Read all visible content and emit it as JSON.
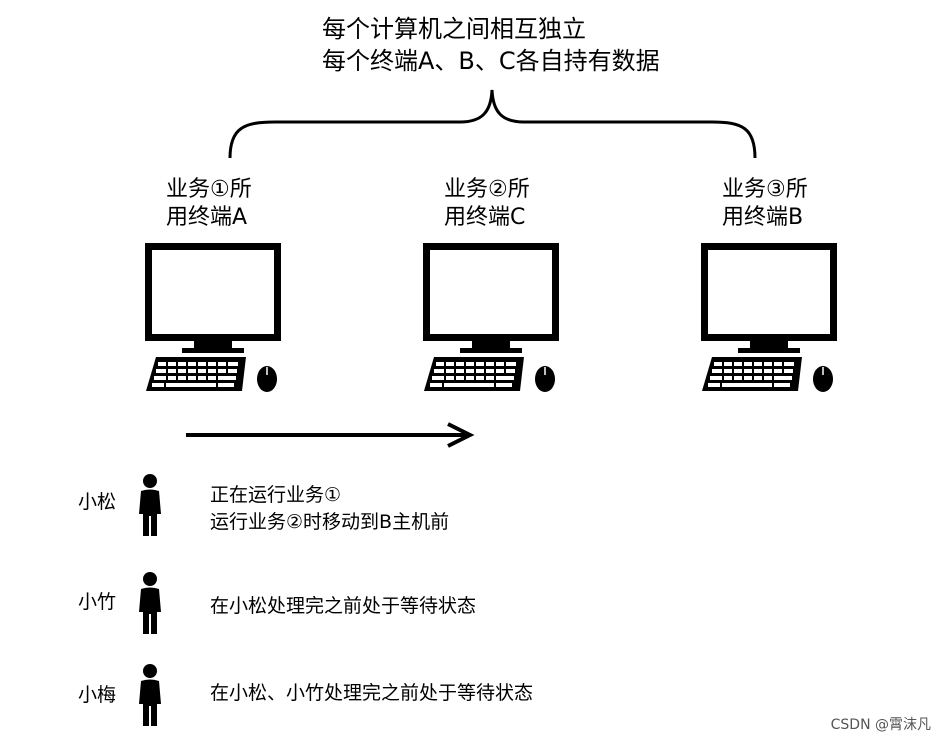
{
  "header": {
    "line1": "每个计算机之间相互独立",
    "line2": "每个终端A、B、C各自持有数据"
  },
  "terminals": [
    {
      "line1": "业务①所",
      "line2": "用终端A"
    },
    {
      "line1": "业务②所",
      "line2": "用终端C"
    },
    {
      "line1": "业务③所",
      "line2": "用终端B"
    }
  ],
  "people": [
    {
      "name": "小松",
      "status": [
        "正在运行业务①",
        "运行业务②时移动到B主机前"
      ]
    },
    {
      "name": "小竹",
      "status": [
        "在小松处理完之前处于等待状态"
      ]
    },
    {
      "name": "小梅",
      "status": [
        "在小松、小竹处理完之前处于等待状态"
      ]
    }
  ],
  "watermark": "CSDN @霄沫凡",
  "colors": {
    "ink": "#000000",
    "background": "#ffffff",
    "watermark": "#555555"
  },
  "icons": [
    "brace-icon",
    "computer-icon",
    "keyboard-icon",
    "mouse-icon",
    "arrow-right-icon",
    "person-icon"
  ]
}
